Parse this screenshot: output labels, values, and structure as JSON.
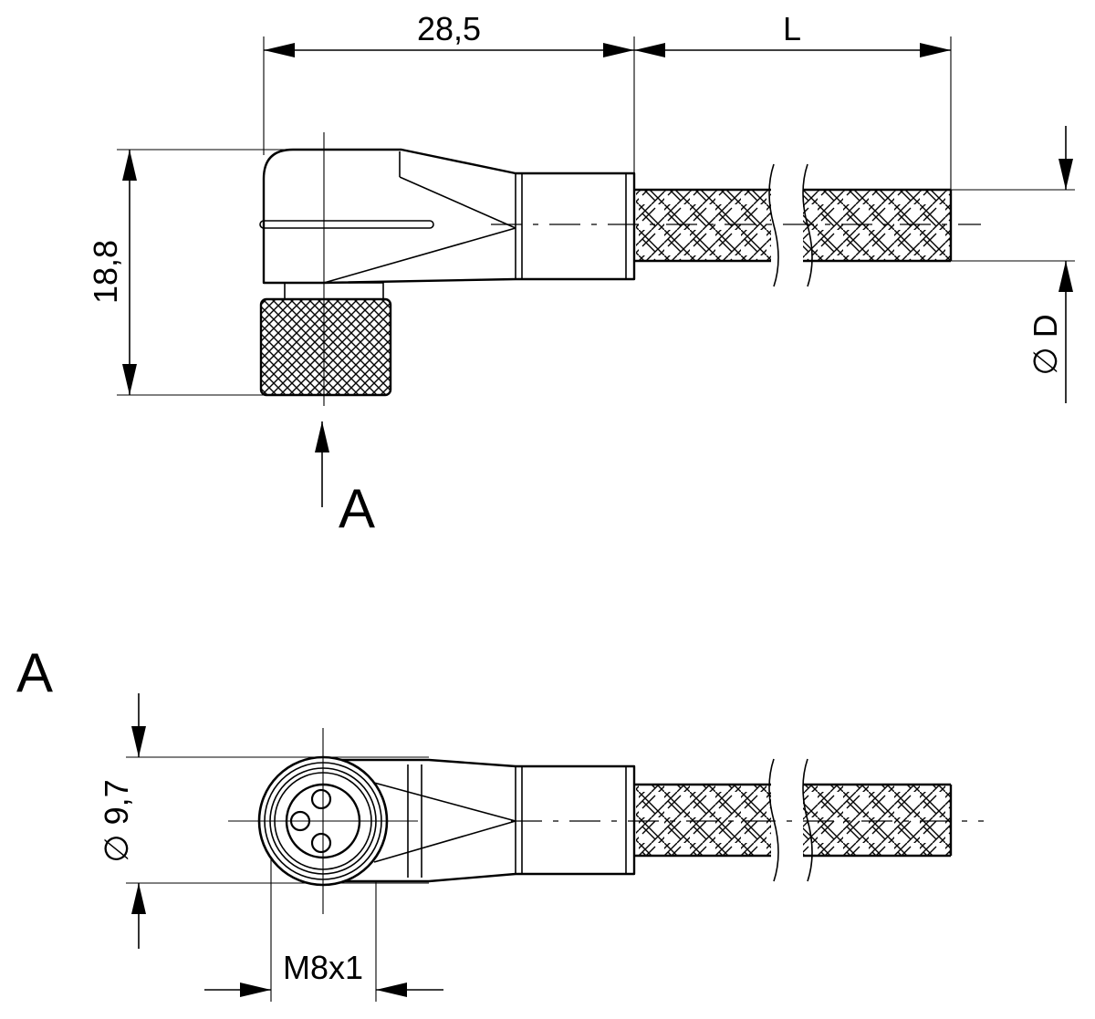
{
  "dimensions": {
    "collar_length": "28,5",
    "cable_length": "L",
    "height": "18,8",
    "cable_diameter": "∅ D",
    "face_diameter": "∅ 9,7",
    "thread": "M8x1"
  },
  "views": {
    "side_view_marker": "A",
    "front_view_label": "A"
  }
}
